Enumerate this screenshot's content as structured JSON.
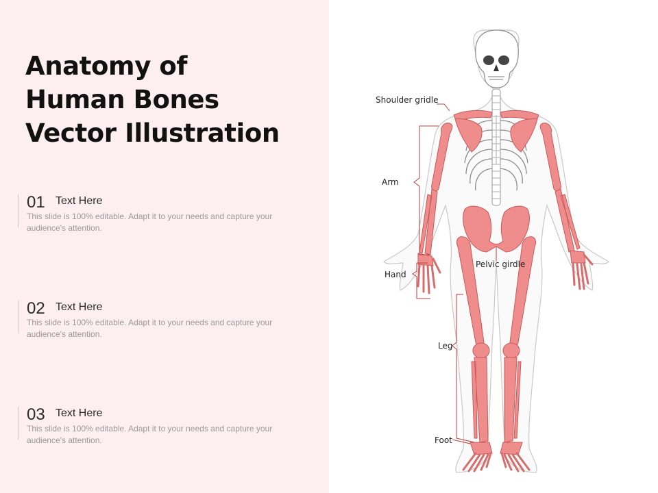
{
  "title": {
    "line1": "Anatomy of",
    "line2": "Human Bones",
    "line3": "Vector Illustration"
  },
  "items": [
    {
      "number": "01",
      "heading": "Text Here",
      "body": "This slide is 100% editable. Adapt it to your needs and capture your audience's attention."
    },
    {
      "number": "02",
      "heading": "Text Here",
      "body": "This slide is 100% editable. Adapt it to your needs and capture your audience's attention."
    },
    {
      "number": "03",
      "heading": "Text Here",
      "body": "This slide is 100% editable. Adapt it to your needs and capture your audience's attention."
    }
  ],
  "diagram": {
    "labels": {
      "shoulder": "Shoulder gridle",
      "arm": "Arm",
      "hand": "Hand",
      "pelvic": "Pelvic girdle",
      "leg": "Leg",
      "foot": "Foot"
    },
    "colors": {
      "highlight_bone": "#ef8c8c",
      "leader_line": "#c23b3b",
      "panel_background": "#fdeeef"
    }
  }
}
